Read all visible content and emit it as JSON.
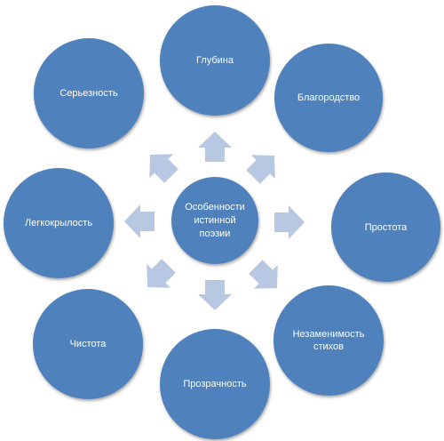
{
  "diagram": {
    "center": {
      "label": "Особенности\nистинной\nпоэзии"
    },
    "nodes": [
      {
        "id": "glubina",
        "label": "Глубина"
      },
      {
        "id": "blagorodstvo",
        "label": "Благородство"
      },
      {
        "id": "prostota",
        "label": "Простота"
      },
      {
        "id": "nezamenimost",
        "label": "Незаменимость\nстихов"
      },
      {
        "id": "prozrachnost",
        "label": "Прозрачность"
      },
      {
        "id": "chistota",
        "label": "Чистота"
      },
      {
        "id": "legkokrylost",
        "label": "Легкокрылость"
      },
      {
        "id": "sereznost",
        "label": "Серьезность"
      }
    ],
    "colors": {
      "node_fill": "#4f81bd",
      "arrow_fill": "#b9c8e2",
      "text": "#ffffff"
    }
  }
}
